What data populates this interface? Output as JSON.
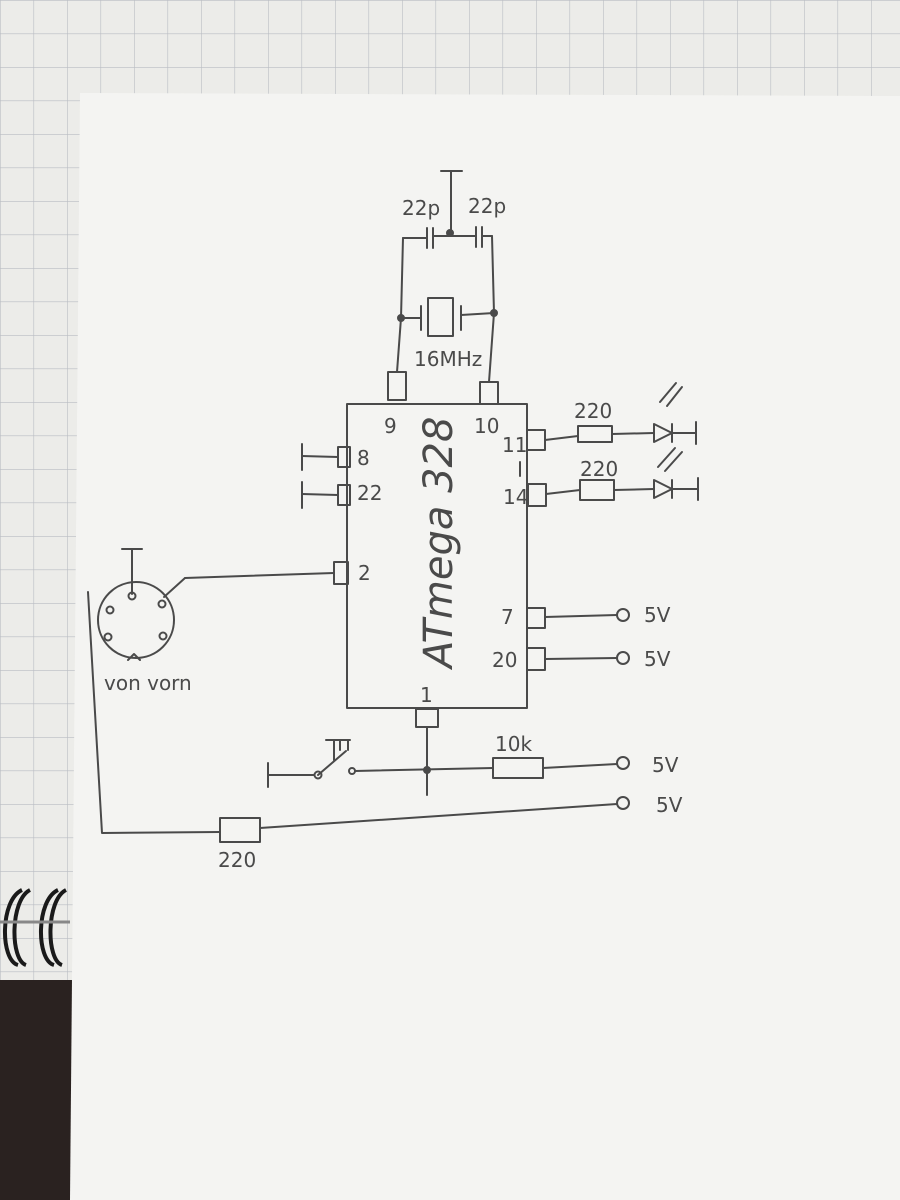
{
  "chip": {
    "name": "ATmega 328"
  },
  "crystal": {
    "cap_left": "22p",
    "cap_right": "22p",
    "freq": "16MHz"
  },
  "pins": {
    "p9": "9",
    "p10": "10",
    "p11": "11",
    "p14": "14",
    "p8": "8",
    "p22": "22",
    "p2": "2",
    "p7": "7",
    "p20": "20",
    "p1": "1"
  },
  "resistors": {
    "r_led1": "220",
    "r_led2": "220",
    "r_pullup": "10k",
    "r_power": "220"
  },
  "supply": {
    "pin7": "5V",
    "pin20": "5V",
    "pullup": "5V",
    "power": "5V"
  },
  "connector": {
    "note": "von vorn"
  },
  "colors": {
    "pencil": "#4a4a4a",
    "paper": "#f4f4f2",
    "grid_paper": "#ecece9",
    "grid_line": "#b9bcc2"
  }
}
